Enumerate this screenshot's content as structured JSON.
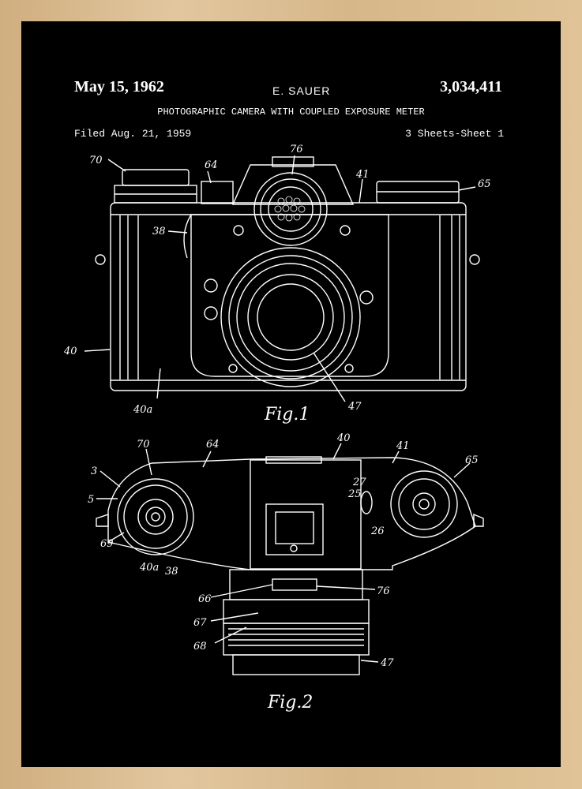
{
  "header": {
    "date": "May 15, 1962",
    "inventor": "E. SAUER",
    "patent_number": "3,034,411",
    "title": "PHOTOGRAPHIC CAMERA WITH COUPLED EXPOSURE METER",
    "filed": "Filed Aug. 21, 1959",
    "sheets": "3 Sheets-Sheet 1"
  },
  "figure1": {
    "caption": "Fig.1",
    "labels": {
      "l70": "70",
      "l64": "64",
      "l76": "76",
      "l41": "41",
      "l65": "65",
      "l38": "38",
      "l40": "40",
      "l40a": "40a",
      "l47": "47"
    }
  },
  "figure2": {
    "caption": "Fig.2",
    "labels": {
      "l3": "3",
      "l70": "70",
      "l64": "64",
      "l40": "40",
      "l41": "41",
      "l65": "65",
      "l5": "5",
      "l69": "69",
      "l40a": "40a",
      "l38": "38",
      "l27": "27",
      "l25": "25",
      "l26": "26",
      "l66": "66",
      "l76": "76",
      "l67": "67",
      "l68": "68",
      "l47": "47"
    }
  },
  "colors": {
    "ink": "#ffffff",
    "background": "#000000",
    "frame": "#d9bd94"
  }
}
